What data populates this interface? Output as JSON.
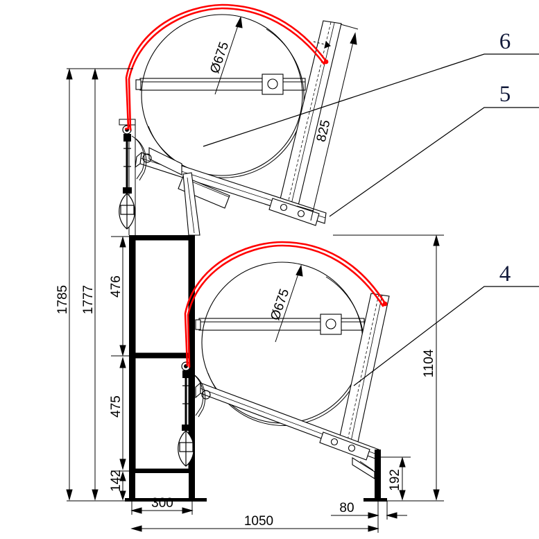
{
  "drawing": {
    "title": "Two-tier cylinder cradle rack — side elevation",
    "units": "mm",
    "background_color": "#ffffff",
    "line_color": "#000000",
    "strap_color": "#ff0000",
    "callout_color": "#121a3a"
  },
  "dimensions": {
    "overall_height": "1785",
    "frame_height": "1777",
    "upper_bay": "476",
    "lower_bay": "475",
    "base_offset": "142",
    "upper_cylinder_dia": "Ø675",
    "lower_cylinder_dia": "Ø675",
    "upper_backrest_length": "825",
    "lower_backrest_height": "1104",
    "foot_height": "192",
    "column_spacing": "300",
    "overall_depth": "1050",
    "rear_foot_width": "80"
  },
  "callouts": [
    {
      "id": "6",
      "label": "6"
    },
    {
      "id": "5",
      "label": "5"
    },
    {
      "id": "4",
      "label": "4"
    }
  ]
}
